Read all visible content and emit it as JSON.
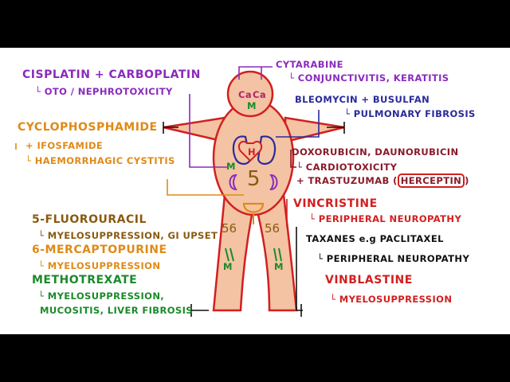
{
  "colors": {
    "body_fill": "#f3c3a3",
    "body_outline": "#d21f1f",
    "purple": "#8a2bbd",
    "orange": "#e08a16",
    "navy": "#2a2a9a",
    "maroon": "#8a1a2a",
    "red": "#d21f1f",
    "green": "#1a8a2a",
    "brown": "#8a5a10"
  },
  "body_marks": {
    "head_left": "Ca",
    "head_right": "Ca",
    "head_m": "M",
    "heart": "H",
    "torso_m": "M",
    "bowel": "5",
    "leg_left_num": "56",
    "leg_right_num": "56",
    "leg_left_m": "M",
    "leg_right_m": "M"
  },
  "labels": {
    "cisplatin": "CISPLATIN + CARBOPLATIN",
    "cisplatin_effect": "OTO / NEPHROTOXICITY",
    "cyclophosphamide": "CYCLOPHOSPHAMIDE",
    "ifosfamide": "+ IFOSFAMIDE",
    "cystitis": "HAEMORRHAGIC CYSTITIS",
    "fluorouracil": "5-FLUOROURACIL",
    "fluorouracil_effect": "MYELOSUPPRESSION, GI UPSET",
    "mercaptopurine": "6-MERCAPTOPURINE",
    "mercaptopurine_effect": "MYELOSUPPRESSION",
    "methotrexate": "METHOTREXATE",
    "methotrexate_effect_1": "MYELOSUPPRESSION,",
    "methotrexate_effect_2": "MUCOSITIS, LIVER FIBROSIS",
    "cytarabine": "CYTARABINE",
    "cytarabine_effect": "CONJUNCTIVITIS, KERATITIS",
    "bleomycin": "BLEOMYCIN + BUSULFAN",
    "bleomycin_effect": "PULMONARY FIBROSIS",
    "doxorubicin": "DOXORUBICIN, DAUNORUBICIN",
    "doxorubicin_effect": "CARDIOTOXICITY",
    "trastuzumab": "+ TRASTUZUMAB (",
    "herceptin": "HERCEPTIN",
    "trastuzumab_close": ")",
    "vincristine": "VINCRISTINE",
    "vincristine_effect": "PERIPHERAL NEUROPATHY",
    "taxanes": "TAXANES e.g PACLITAXEL",
    "taxanes_effect": "PERIPHERAL NEUROPATHY",
    "vinblastine": "VINBLASTINE",
    "vinblastine_effect": "MYELOSUPPRESSION"
  }
}
